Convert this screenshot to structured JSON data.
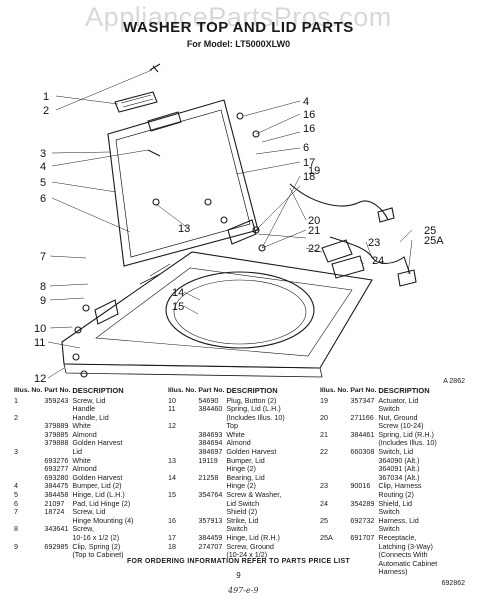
{
  "watermark": "AppliancePartsPros.com",
  "title": "WASHER TOP AND LID PARTS",
  "model_line": "For Model: LT5000XLW0",
  "figure_ref": "A 2862",
  "callouts": [
    "1",
    "2",
    "3",
    "4",
    "5",
    "6",
    "7",
    "8",
    "9",
    "10",
    "11",
    "12",
    "13",
    "14",
    "15",
    "16",
    "17",
    "18",
    "19",
    "20",
    "21",
    "22",
    "23",
    "24",
    "25",
    "25A",
    "4",
    "16",
    "6",
    "7",
    "17",
    "18",
    "21",
    "20",
    "22",
    "13",
    "15",
    "14"
  ],
  "headers": {
    "illus": "Illus. No.",
    "part": "Part No.",
    "desc": "DESCRIPTION"
  },
  "parts_col1": [
    {
      "illus": "1",
      "part": "359243",
      "desc": "Screw, Lid"
    },
    {
      "illus": "",
      "part": "",
      "desc": "Handle"
    },
    {
      "illus": "2",
      "part": "",
      "desc": "Handle, Lid"
    },
    {
      "illus": "",
      "part": "379889",
      "desc": "White"
    },
    {
      "illus": "",
      "part": "379885",
      "desc": "Almond"
    },
    {
      "illus": "",
      "part": "379888",
      "desc": "Golden Harvest"
    },
    {
      "illus": "3",
      "part": "",
      "desc": "Lid"
    },
    {
      "illus": "",
      "part": "693276",
      "desc": "White"
    },
    {
      "illus": "",
      "part": "693277",
      "desc": "Almond"
    },
    {
      "illus": "",
      "part": "693280",
      "desc": "Golden Harvest"
    },
    {
      "illus": "4",
      "part": "384475",
      "desc": "Bumper, Lid (2)"
    },
    {
      "illus": "5",
      "part": "384458",
      "desc": "Hinge, Lid (L.H.)"
    },
    {
      "illus": "6",
      "part": "21097",
      "desc": "Pad, Lid Hinge (2)"
    },
    {
      "illus": "7",
      "part": "18724",
      "desc": "Screw, Lid"
    },
    {
      "illus": "",
      "part": "",
      "desc": "Hinge Mounting (4)"
    },
    {
      "illus": "8",
      "part": "343641",
      "desc": "Screw,"
    },
    {
      "illus": "",
      "part": "",
      "desc": "10-16 x 1/2 (2)"
    },
    {
      "illus": "9",
      "part": "692985",
      "desc": "Clip, Spring (2)"
    },
    {
      "illus": "",
      "part": "",
      "desc": "(Top to Cabinet)"
    }
  ],
  "parts_col2": [
    {
      "illus": "10",
      "part": "54690",
      "desc": "Plug, Button (2)"
    },
    {
      "illus": "11",
      "part": "384460",
      "desc": "Spring, Lid (L.H.)"
    },
    {
      "illus": "",
      "part": "",
      "desc": "(Includes Illus. 10)"
    },
    {
      "illus": "12",
      "part": "",
      "desc": "Top"
    },
    {
      "illus": "",
      "part": "384693",
      "desc": "White"
    },
    {
      "illus": "",
      "part": "384694",
      "desc": "Almond"
    },
    {
      "illus": "",
      "part": "384697",
      "desc": "Golden Harvest"
    },
    {
      "illus": "13",
      "part": "19119",
      "desc": "Bumper, Lid"
    },
    {
      "illus": "",
      "part": "",
      "desc": "Hinge (2)"
    },
    {
      "illus": "14",
      "part": "21258",
      "desc": "Bearing, Lid"
    },
    {
      "illus": "",
      "part": "",
      "desc": "Hinge (2)"
    },
    {
      "illus": "15",
      "part": "354764",
      "desc": "Screw & Washer,"
    },
    {
      "illus": "",
      "part": "",
      "desc": "Lid Switch"
    },
    {
      "illus": "",
      "part": "",
      "desc": "Shield (2)"
    },
    {
      "illus": "16",
      "part": "357913",
      "desc": "Strike, Lid"
    },
    {
      "illus": "",
      "part": "",
      "desc": "Switch"
    },
    {
      "illus": "17",
      "part": "384459",
      "desc": "Hinge, Lid (R.H.)"
    },
    {
      "illus": "18",
      "part": "274707",
      "desc": "Screw, Ground"
    },
    {
      "illus": "",
      "part": "",
      "desc": "(10-24 x 1/2)"
    }
  ],
  "parts_col3": [
    {
      "illus": "19",
      "part": "357347",
      "desc": "Actuator, Lid"
    },
    {
      "illus": "",
      "part": "",
      "desc": "Switch"
    },
    {
      "illus": "20",
      "part": "271166",
      "desc": "Nut, Ground"
    },
    {
      "illus": "",
      "part": "",
      "desc": "Screw (10-24)"
    },
    {
      "illus": "21",
      "part": "384461",
      "desc": "Spring, Lid (R.H.)"
    },
    {
      "illus": "",
      "part": "",
      "desc": "(Includes Illus. 10)"
    },
    {
      "illus": "22",
      "part": "660308",
      "desc": "Switch, Lid"
    },
    {
      "illus": "",
      "part": "",
      "desc": "364090 (Alt.)"
    },
    {
      "illus": "",
      "part": "",
      "desc": "364091 (Alt.)"
    },
    {
      "illus": "",
      "part": "",
      "desc": "367034 (Alt.)"
    },
    {
      "illus": "23",
      "part": "90016",
      "desc": "Clip, Harness"
    },
    {
      "illus": "",
      "part": "",
      "desc": "Routing (2)"
    },
    {
      "illus": "24",
      "part": "354289",
      "desc": "Shield, Lid"
    },
    {
      "illus": "",
      "part": "",
      "desc": "Switch"
    },
    {
      "illus": "25",
      "part": "692732",
      "desc": "Harness, Lid"
    },
    {
      "illus": "",
      "part": "",
      "desc": "Switch"
    },
    {
      "illus": "25A",
      "part": "691707",
      "desc": "Receptacle,"
    },
    {
      "illus": "",
      "part": "",
      "desc": "Latching (3-Way)"
    },
    {
      "illus": "",
      "part": "",
      "desc": "(Connects With"
    },
    {
      "illus": "",
      "part": "",
      "desc": "Automatic Cabinet"
    },
    {
      "illus": "",
      "part": "",
      "desc": "Harness)"
    }
  ],
  "footer": "FOR ORDERING INFORMATION REFER TO PARTS PRICE LIST",
  "page_number": "9",
  "handwritten_note": "497-e-9",
  "doc_number": "692862"
}
